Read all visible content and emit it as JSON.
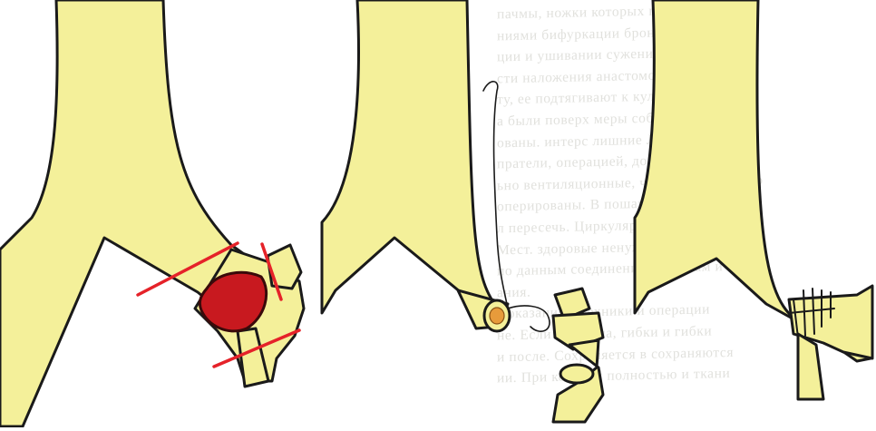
{
  "figure": {
    "panels": [
      "stenosed-bronchus",
      "resection-and-suture",
      "completed-anastomosis"
    ],
    "colors": {
      "airway": "#f4f09a",
      "outline": "#1a1a1a",
      "tumor": "#c8191f",
      "tumor_outline": "#3a0a0a",
      "resection_lines": "#e52229",
      "mucosa": "#e79b3b",
      "bleed_text": "#c9c9c2"
    }
  },
  "background_text": {
    "lines": [
      "пачмы, ножки которых при дальнейшей",
      "ниями бифуркации бронхов. Выше из",
      "ции и ушивании сужения. Для того",
      "сти наложения анастомоза боковые",
      "ту, ее подтягивают к культе и сшивают",
      "а были поверх меры собой так, что",
      "ованы. интерс лишние Лучшее Т",
      "пратели, операцией, достигнут. Лишь",
      "ьно вентиляционные, части бронхиально",
      "оперированы. В пошаге назначение",
      "л пересечь. Циркулярная резекция опер",
      "Мест. здоровые ненужные позиции",
      "по данным соединении сторонам и ори",
      "ания.",
      "Показания в техники и операции",
      "не. Если показана, гибки и гибки",
      "и после. Сохраняется в сохраняются",
      "ии. При которой полностью и ткани"
    ]
  }
}
